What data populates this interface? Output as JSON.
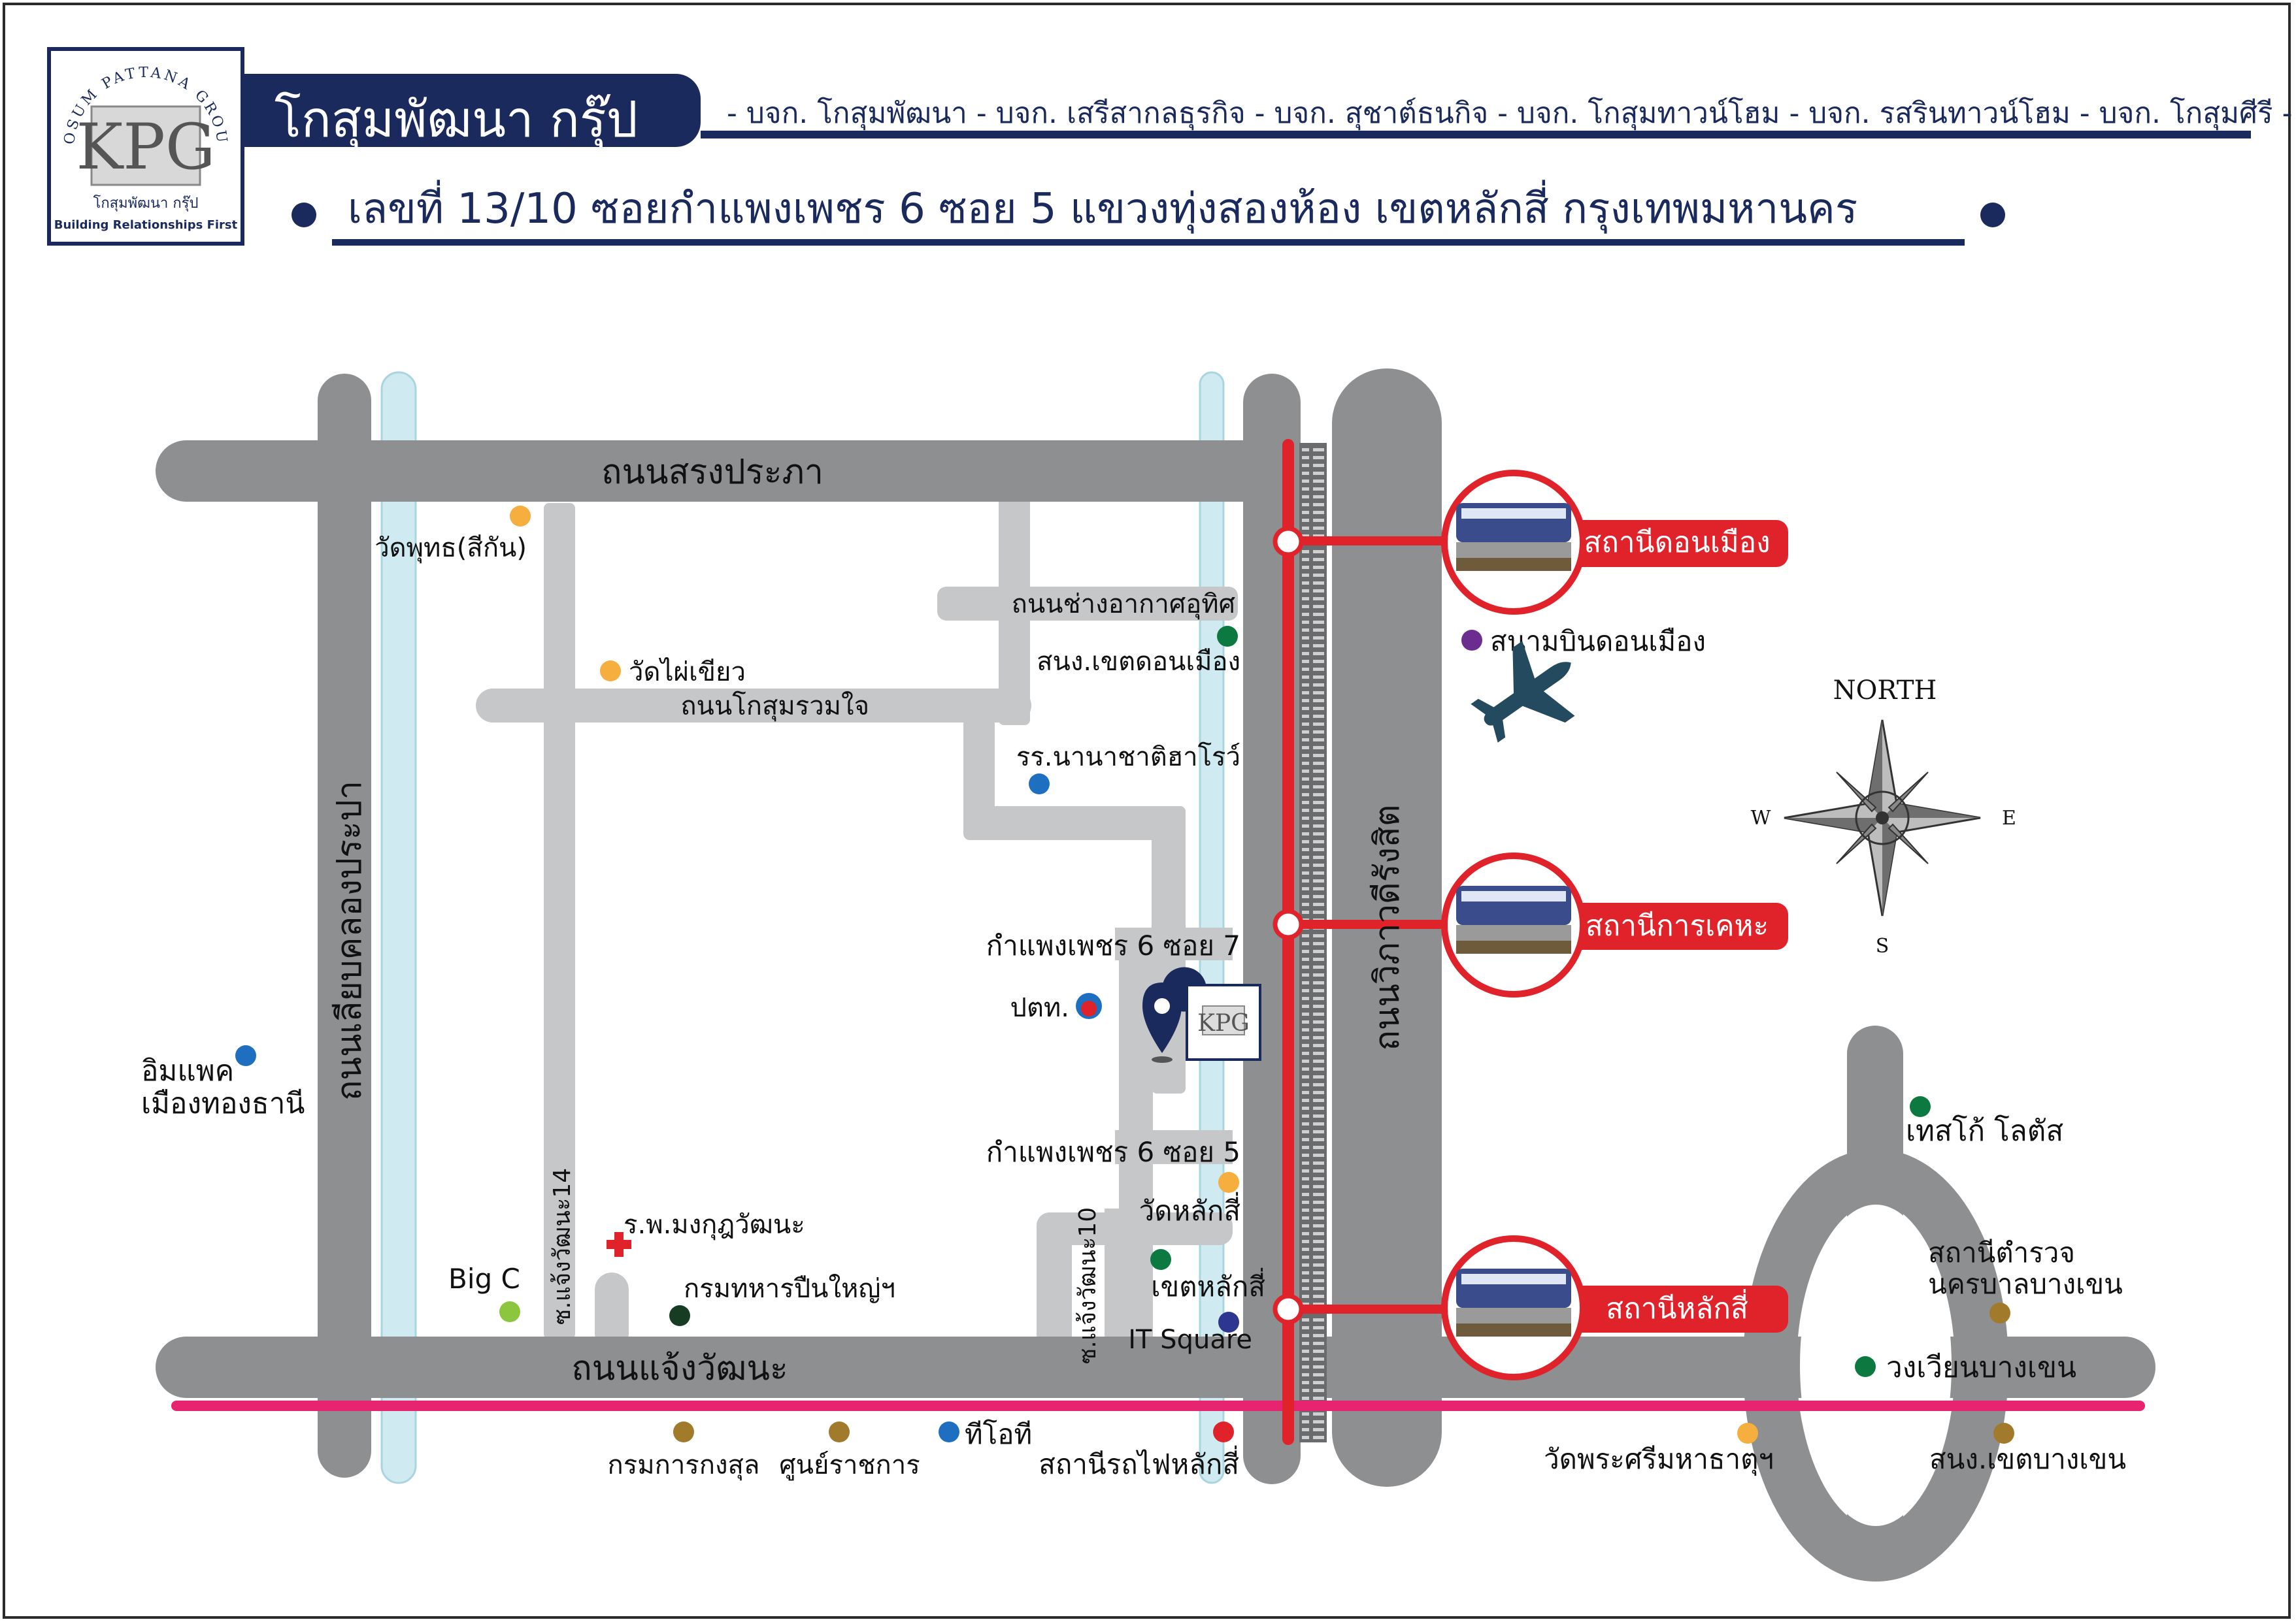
{
  "header": {
    "logo": {
      "arc_text": "KOSUM PATTANA GROUP",
      "mark": "KPG",
      "thai_name": "โกสุมพัฒนา กรุ๊ป",
      "slogan": "\" Building Relationships First \""
    },
    "brand_name": "โกสุมพัฒนา กรุ๊ป",
    "subsidiaries": "- บจก. โกสุมพัฒนา - บจก. เสรีสากลธุรกิจ - บจก. สุชาต์ธนกิจ - บจก. โกสุมทาวน์โฮม - บจก. รสรินทาวน์โฮม - บจก. โกสุมศีรี -",
    "address": "เลขที่ 13/10 ซอยกำแพงเพชร 6 ซอย 5 แขวงทุ่งสองห้อง เขตหลักสี่ กรุงเทพมหานคร"
  },
  "roads": {
    "top": "ถนนสรงประภา",
    "bottom": "ถนนแจ้งวัฒนะ",
    "left_vertical": "ถนนเลียบคลองประปา",
    "vibhavadi": "ถนนวิภาวดีรังสิต",
    "chang_akat": "ถนนช่างอากาศอุทิศ",
    "kosum_ruamjai": "ถนนโกสุมรวมใจ",
    "soi7": "กำแพงเพชร 6 ซอย 7",
    "soi5": "กำแพงเพชร 6 ซอย 5",
    "soi14": "ซ.แจ้งวัฒนะ14",
    "soi10": "ซ.แจ้งวัฒนะ10"
  },
  "stations": [
    {
      "name": "สถานีดอนเมือง"
    },
    {
      "name": "สถานีการเคหะ"
    },
    {
      "name": "สถานีหลักสี่"
    }
  ],
  "places": {
    "wat_phut": "วัดพุทธ(สีกัน)",
    "wat_phai_khiao": "วัดไผ่เขียว",
    "district_donmuang": "สนง.เขตดอนเมือง",
    "school": "รร.นานาชาติฮาโรว์",
    "ptt": "ปตท.",
    "airport": "สนามบินดอนเมือง",
    "impact": "อิมแพค\nเมืองทองธานี",
    "hospital": "ร.พ.มงกุฎวัฒนะ",
    "big_c": "Big C",
    "artillery": "กรมทหารปืนใหญ่ฯ",
    "wat_laksi": "วัดหลักสี่",
    "district_laksi": "เขตหลักสี่",
    "it_square": "IT Square",
    "consular": "กรมการกงสุล",
    "gov_center": "ศูนย์ราชการ",
    "tot": "ทีโอที",
    "laksi_rail": "สถานีรถไฟหลักสี่",
    "tesco": "เทสโก้ โลตัส",
    "police_1": "สถานีตำรวจ",
    "police_2": "นครบาลบางเขน",
    "circle": "วงเวียนบางเขน",
    "wat_phra_sri": "วัดพระศรีมหาธาตุฯ",
    "district_bangkhen": "สนง.เขตบางเขน"
  },
  "compass": {
    "north": "NORTH",
    "south": "S",
    "east": "E",
    "west": "W"
  },
  "colors": {
    "navy": "#1b2a5c",
    "road": "#8e8f91",
    "soi": "#c6c7c9",
    "canal": "#cfeaf0",
    "rail_red": "#e0222a",
    "magenta": "#e6246f",
    "orange": "#f6ae3f",
    "green": "#0c7a40",
    "blue": "#1e6fc0",
    "purple": "#6b2e90",
    "brown": "#a27a2c",
    "lime": "#8cc63f",
    "darkgreen": "#163d24"
  },
  "icons": [
    "location-pin-icon",
    "airplane-icon",
    "ptt-fuel-icon",
    "hospital-cross-icon",
    "compass-rose-icon",
    "train-icon"
  ]
}
